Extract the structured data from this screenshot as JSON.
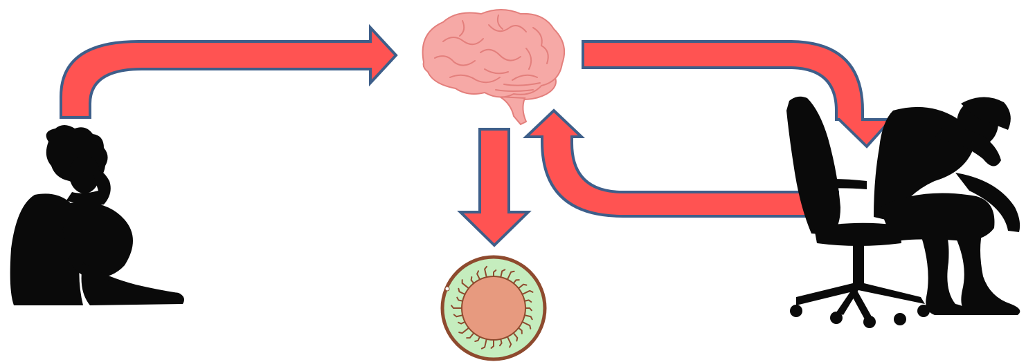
{
  "diagram": {
    "nodes": [
      {
        "id": "sitting-person",
        "icon": "sitting-person-silhouette-icon"
      },
      {
        "id": "brain",
        "icon": "brain-icon"
      },
      {
        "id": "cell",
        "icon": "cell-icon"
      },
      {
        "id": "office-worker",
        "icon": "person-in-office-chair-silhouette-icon"
      }
    ],
    "edges": [
      {
        "from": "sitting-person",
        "to": "brain"
      },
      {
        "from": "brain",
        "to": "office-worker"
      },
      {
        "from": "office-worker",
        "to": "brain"
      },
      {
        "from": "brain",
        "to": "cell"
      }
    ]
  },
  "colors": {
    "arrow_fill": "#FF5352",
    "arrow_stroke": "#3E5F8A",
    "brain": "#F6A9A6",
    "brain_outline": "#E37F7C",
    "cell_outer": "#C5EDBE",
    "cell_ring": "#8E4A2E",
    "cell_nucleus": "#E79A7F",
    "silhouette": "#0A0A0A"
  }
}
